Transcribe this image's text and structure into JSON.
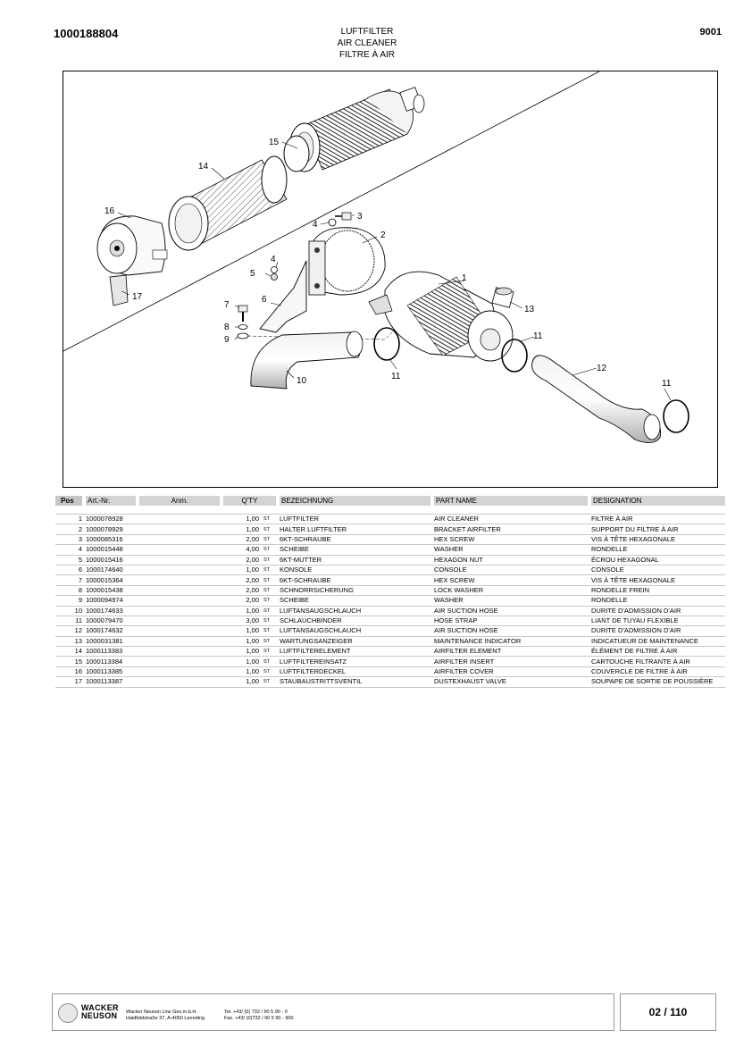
{
  "header": {
    "doc_number": "1000188804",
    "group_code": "9001",
    "title_de": "LUFTFILTER",
    "title_en": "AIR CLEANER",
    "title_fr": "FILTRE À AIR"
  },
  "diagram": {
    "callouts": [
      "1",
      "2",
      "3",
      "4",
      "4",
      "5",
      "6",
      "7",
      "8",
      "9",
      "10",
      "11",
      "11",
      "11",
      "12",
      "13",
      "14",
      "15",
      "16",
      "17"
    ]
  },
  "table": {
    "headers": {
      "pos": "Pos",
      "art": "Art.-Nr.",
      "anm": "Anm.",
      "qty": "Q'TY",
      "bez": "BEZEICHNUNG",
      "part": "PART NAME",
      "desig": "DESIGNATION"
    },
    "rows": [
      {
        "pos": "1",
        "art": "1000078928",
        "qty": "1,00",
        "unit": "ST",
        "bez": "LUFTFILTER",
        "part": "AIR CLEANER",
        "desig": "FILTRE À AIR"
      },
      {
        "pos": "2",
        "art": "1000078929",
        "qty": "1,00",
        "unit": "ST",
        "bez": "HALTER LUFTFILTER",
        "part": "BRACKET AIRFILTER",
        "desig": "SUPPORT DU  FILTRE À AIR"
      },
      {
        "pos": "3",
        "art": "1000085316",
        "qty": "2,00",
        "unit": "ST",
        "bez": "6KT-SCHRAUBE",
        "part": "HEX SCREW",
        "desig": "VIS À TÊTE HEXAGONALE"
      },
      {
        "pos": "4",
        "art": "1000015448",
        "qty": "4,00",
        "unit": "ST",
        "bez": "SCHEIBE",
        "part": "WASHER",
        "desig": "RONDELLE"
      },
      {
        "pos": "5",
        "art": "1000015416",
        "qty": "2,00",
        "unit": "ST",
        "bez": "6KT-MUTTER",
        "part": "HEXAGON NUT",
        "desig": "ÉCROU HEXAGONAL"
      },
      {
        "pos": "6",
        "art": "1000174640",
        "qty": "1,00",
        "unit": "ST",
        "bez": "KONSOLE",
        "part": "CONSOLE",
        "desig": "CONSOLE"
      },
      {
        "pos": "7",
        "art": "1000015364",
        "qty": "2,00",
        "unit": "ST",
        "bez": "6KT-SCHRAUBE",
        "part": "HEX SCREW",
        "desig": "VIS À TÊTE HEXAGONALE"
      },
      {
        "pos": "8",
        "art": "1000015438",
        "qty": "2,00",
        "unit": "ST",
        "bez": "SCHNORRSICHERUNG",
        "part": "LOCK WASHER",
        "desig": "RONDELLE FREIN"
      },
      {
        "pos": "9",
        "art": "1000094974",
        "qty": "2,00",
        "unit": "ST",
        "bez": "SCHEIBE",
        "part": "WASHER",
        "desig": "RONDELLE"
      },
      {
        "pos": "10",
        "art": "1000174633",
        "qty": "1,00",
        "unit": "ST",
        "bez": "LUFTANSAUGSCHLAUCH",
        "part": "AIR SUCTION HOSE",
        "desig": "DURITE D'ADMISSION D'AIR"
      },
      {
        "pos": "11",
        "art": "1000079470",
        "qty": "3,00",
        "unit": "ST",
        "bez": "SCHLAUCHBINDER",
        "part": "HOSE STRAP",
        "desig": "LIANT DE TUYAU FLEXIBLE"
      },
      {
        "pos": "12",
        "art": "1000174632",
        "qty": "1,00",
        "unit": "ST",
        "bez": "LUFTANSAUGSCHLAUCH",
        "part": "AIR SUCTION HOSE",
        "desig": "DURITE D'ADMISSION D'AIR"
      },
      {
        "pos": "13",
        "art": "1000031381",
        "qty": "1,00",
        "unit": "ST",
        "bez": "WARTUNGSANZEIGER",
        "part": "MAINTENANCE INDICATOR",
        "desig": "INDICATUEUR DE MAINTENANCE"
      },
      {
        "pos": "14",
        "art": "1000113383",
        "qty": "1,00",
        "unit": "ST",
        "bez": "LUFTFILTERELEMENT",
        "part": "AIRFILTER ELEMENT",
        "desig": "ÉLÉMENT DE FILTRE À AIR"
      },
      {
        "pos": "15",
        "art": "1000113384",
        "qty": "1,00",
        "unit": "ST",
        "bez": "LUFTFILTEREINSATZ",
        "part": "AIRFILTER INSERT",
        "desig": "CARTOUCHE FILTRANTE À AIR"
      },
      {
        "pos": "16",
        "art": "1000113385",
        "qty": "1,00",
        "unit": "ST",
        "bez": "LUFTFILTERDECKEL",
        "part": "AIRFILTER COVER",
        "desig": "COUVERCLE DE FILTRE À AIR"
      },
      {
        "pos": "17",
        "art": "1000113387",
        "qty": "1,00",
        "unit": "ST",
        "bez": "STAUBAUSTRITTSVENTIL",
        "part": "DUSTEXHAUST VALVE",
        "desig": "SOUPAPE DE SORTIE DE POUSSIÈRE"
      }
    ]
  },
  "footer": {
    "brand_line1": "WACKER",
    "brand_line2": "NEUSON",
    "company": "Wacker Neuson Linz  Ges.m.b.H.",
    "address": "Haidfeldstraße 37, A-4060 Leonding",
    "tel": "Tel. +43/ (0) 732 / 90 5 90 - 0",
    "fax": "Fax. +43/ (0)732 / 90 5 90 - 900",
    "page": "02 / 110"
  }
}
